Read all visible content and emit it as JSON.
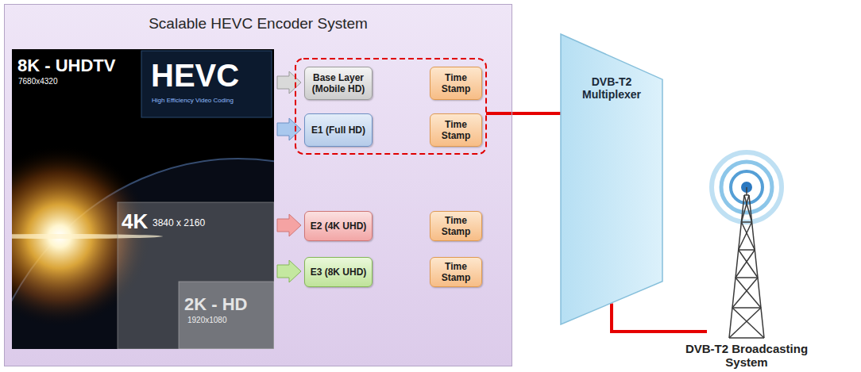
{
  "diagram": {
    "nodes": [
      {
        "text": [
          "Scalable HEVC Encoder System"
        ]
      },
      {
        "text": [
          "Base Layer (Mobile HD)"
        ],
        "in": 0
      },
      {
        "text": [
          "Time Stamp"
        ],
        "in": 0
      },
      {
        "text": [
          "E1 (Full HD)"
        ],
        "in": 0
      },
      {
        "text": [
          "Time Stamp"
        ],
        "in": 0
      },
      {
        "text": [
          "E2 (4K UHD)"
        ],
        "in": 0
      },
      {
        "text": [
          "Time Stamp"
        ],
        "in": 0
      },
      {
        "text": [
          "E3 (8K UHD)"
        ],
        "in": 0
      },
      {
        "text": [
          "Time Stamp"
        ],
        "in": 0
      },
      {
        "text": [
          "DVB-T2 Multiplexer"
        ]
      },
      {
        "text": [
          "DVB-T2 Broadcasting System"
        ]
      }
    ],
    "edges": [
      {
        "from": 9,
        "to": 10,
        "arrow": "none"
      }
    ],
    "labels": [
      "8K - UHDTV",
      "7680x4320",
      "HEVC",
      "High Efficiency Video Coding",
      "4K",
      "3840 x 2160",
      "2K - HD",
      "1920x1080"
    ]
  }
}
